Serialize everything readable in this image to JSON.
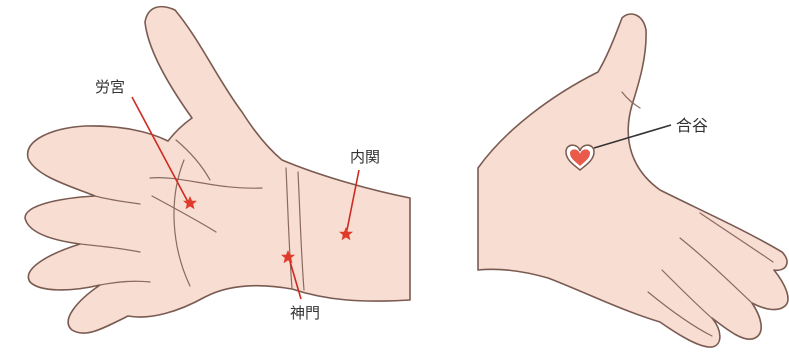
{
  "colors": {
    "skin": "#f8ddd2",
    "outline": "#7a5b52",
    "crease": "#8a6a60",
    "star": "#e03a2a",
    "heart": "#ea5a4a",
    "leader": "#d02a20",
    "text": "#333333"
  },
  "palm": {
    "points": [
      {
        "id": "laogong",
        "label": "労宮"
      },
      {
        "id": "shenmen",
        "label": "神門"
      },
      {
        "id": "neiguan",
        "label": "内関"
      }
    ]
  },
  "back": {
    "points": [
      {
        "id": "hegu",
        "label": "合谷",
        "icon": "heart-icon"
      }
    ]
  }
}
